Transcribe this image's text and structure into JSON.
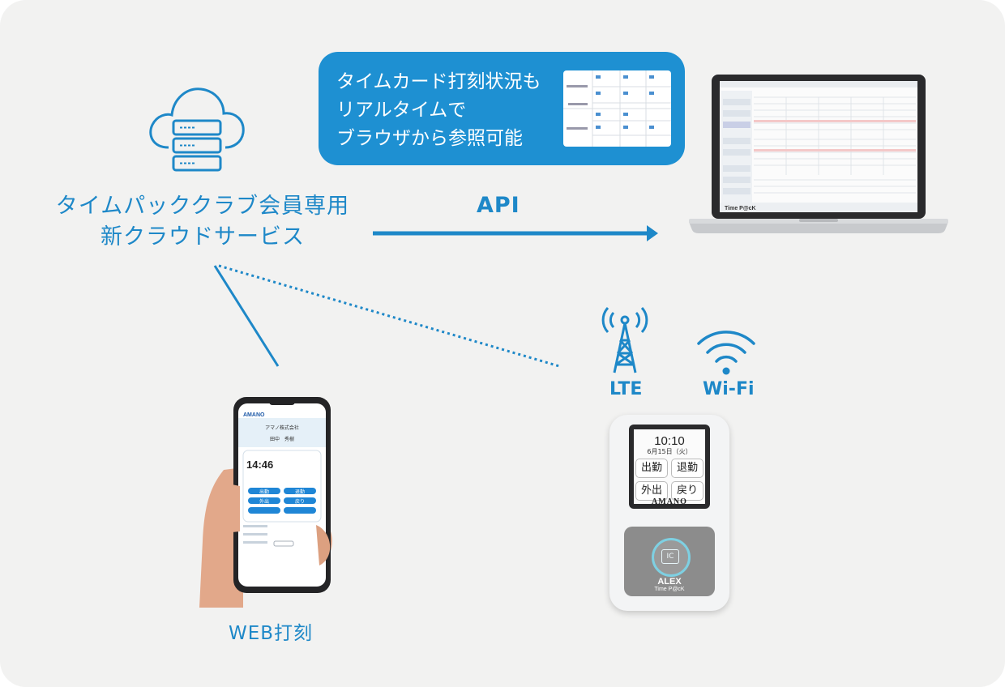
{
  "service": {
    "title_line1": "タイムパッククラブ会員専用",
    "title_line2": "新クラウドサービス"
  },
  "api": {
    "label": "API"
  },
  "callout": {
    "text": "タイムカード打刻状況も\nリアルタイムで\nブラウザから参照可能"
  },
  "network": {
    "lte_label": "LTE",
    "wifi_label": "Wi-Fi"
  },
  "web": {
    "label": "WEB打刻"
  },
  "phone": {
    "brand": "AMANO",
    "company": "アマノ株式会社",
    "user": "田中　秀樹",
    "time": "14:46",
    "buttons": [
      "出勤",
      "退勤",
      "外出",
      "戻り"
    ]
  },
  "device": {
    "time": "10:10",
    "date": "6月15日（火）",
    "buttons": [
      "出勤",
      "退勤",
      "外出",
      "戻り"
    ],
    "brand": "AMANO",
    "ic": "IC",
    "model": "ALEX",
    "submodel": "Time P@cK"
  },
  "laptop": {
    "footer_brand": "Time P@cK"
  },
  "colors": {
    "accent": "#1e88c8",
    "callout_bg": "#1e90d2",
    "background": "#f2f2f1"
  }
}
